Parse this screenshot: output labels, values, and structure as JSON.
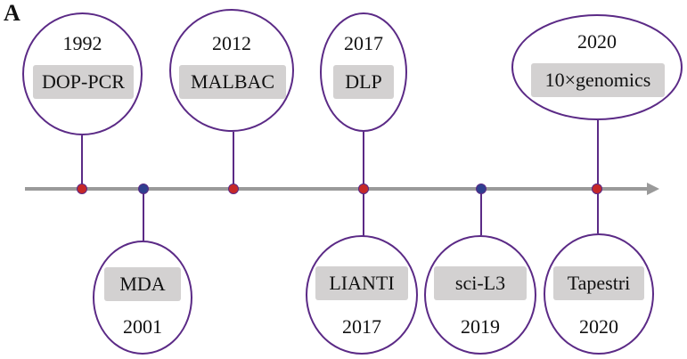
{
  "figure": {
    "panel_label": "A"
  },
  "milestones": [
    {
      "year": "1992",
      "technology": "DOP-PCR"
    },
    {
      "year": "2001",
      "technology": "MDA"
    },
    {
      "year": "2012",
      "technology": "MALBAC"
    },
    {
      "year": "2017",
      "technology": "DLP"
    },
    {
      "year": "2017",
      "technology": "LIANTI"
    },
    {
      "year": "2019",
      "technology": "sci-L3"
    },
    {
      "year": "2020",
      "technology": "10×genomics"
    },
    {
      "year": "2020",
      "technology": "Tapestri"
    }
  ],
  "colors": {
    "circle_outline": "#5b2a86",
    "label_box": "#d3d1d1",
    "axis": "#9a9a9a",
    "node_red": "#c62828",
    "node_blue": "#2f3f8f"
  }
}
